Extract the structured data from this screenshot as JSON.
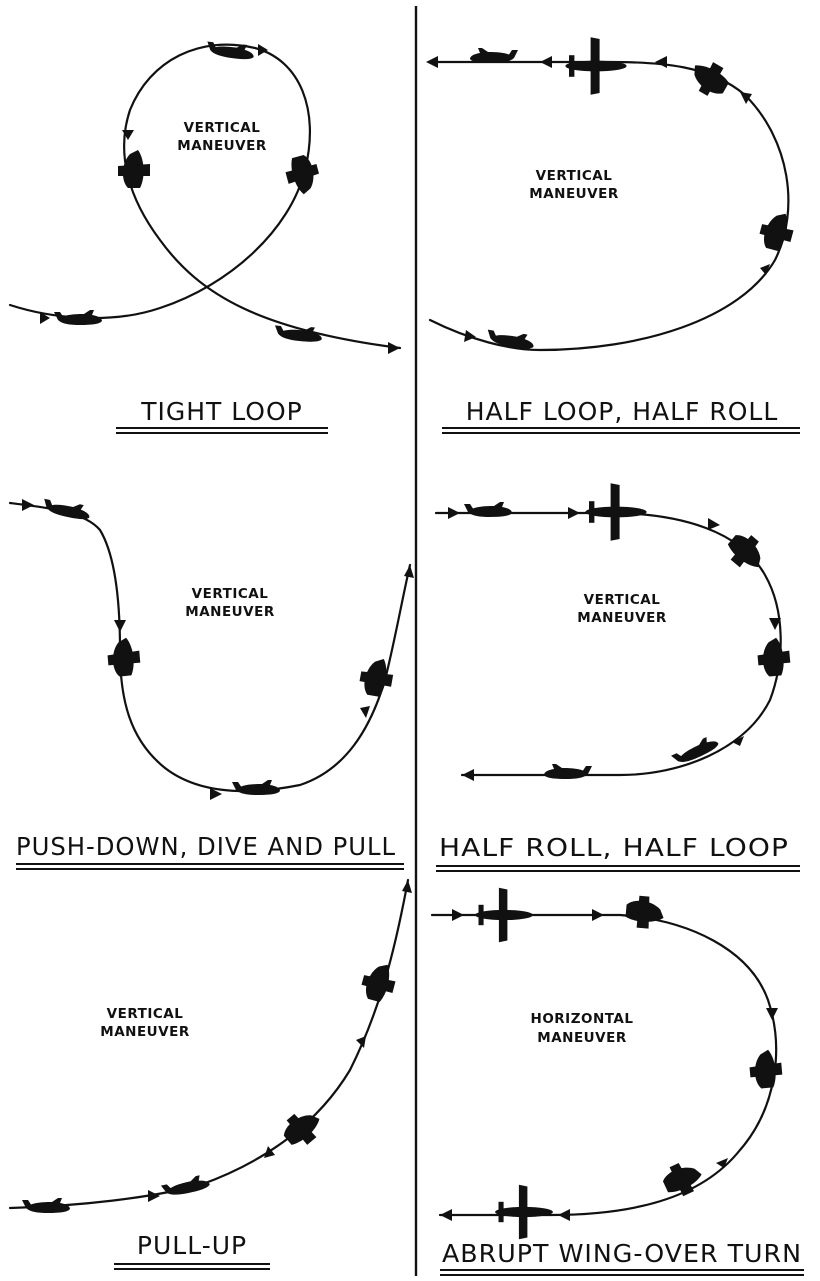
{
  "panels": {
    "tight_loop": {
      "title": "TIGHT LOOP",
      "label_line1": "VERTICAL",
      "label_line2": "MANEUVER"
    },
    "half_loop_half_roll": {
      "title": "HALF LOOP, HALF ROLL",
      "label_line1": "VERTICAL",
      "label_line2": "MANEUVER"
    },
    "push_down_dive_pull": {
      "title": "PUSH-DOWN, DIVE AND PULL",
      "label_line1": "VERTICAL",
      "label_line2": "MANEUVER"
    },
    "half_roll_half_loop": {
      "title": "HALF ROLL, HALF LOOP",
      "label_line1": "VERTICAL",
      "label_line2": "MANEUVER"
    },
    "pull_up": {
      "title": "PULL-UP",
      "label_line1": "VERTICAL",
      "label_line2": "MANEUVER"
    },
    "abrupt_wing_over_turn": {
      "title": "ABRUPT WING-OVER TURN",
      "label_line1": "HORIZONTAL",
      "label_line2": "MANEUVER"
    }
  },
  "colors": {
    "ink": "#111111",
    "paper": "#ffffff"
  },
  "icons": [
    "plane-side-icon",
    "plane-top-icon",
    "direction-arrow-icon"
  ]
}
